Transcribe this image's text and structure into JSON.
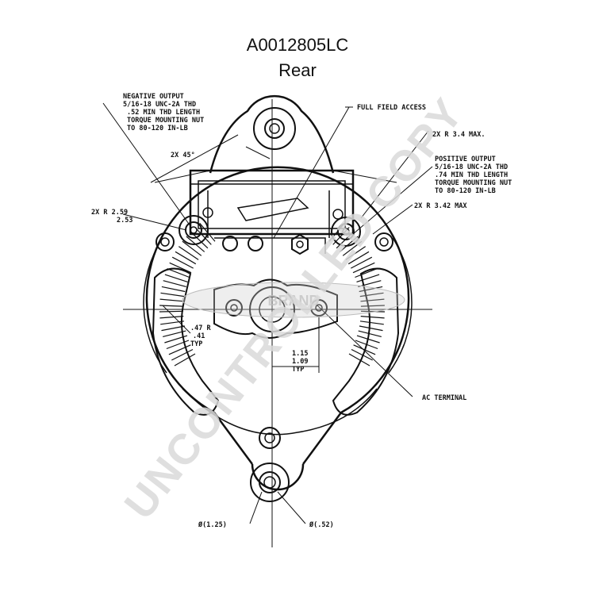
{
  "title": {
    "part_number": "A0012805LC",
    "view": "Rear"
  },
  "callouts": {
    "negative_output": [
      "NEGATIVE OUTPUT",
      "5/16-18 UNC-2A THD",
      ".52 MIN THD LENGTH",
      "TORQUE MOUNTING NUT",
      "TO 80-120 IN-LB"
    ],
    "full_field_access": "FULL FIELD ACCESS",
    "radius_top_right": "2X R 3.4 MAX.",
    "positive_output": [
      "POSITIVE OUTPUT",
      "5/16-18 UNC-2A THD",
      ".74 MIN THD LENGTH",
      "TORQUE MOUNTING NUT",
      "TO 80-120 IN-LB"
    ],
    "angle": "2X 45°",
    "radius_left": [
      "2X R 2.59",
      "2.53"
    ],
    "radius_right": "2X R 3.42 MAX",
    "slot_radius": [
      ".47 R",
      ".41",
      "TYP"
    ],
    "slot_spacing": [
      "1.15",
      "1.09",
      "TYP"
    ],
    "ac_terminal": "AC TERMINAL",
    "dia_large": "Ø(1.25)",
    "dia_small": "Ø(.52)"
  },
  "watermark": {
    "text": "UNCONTROLLED COPY",
    "logo_text": "BRAND"
  }
}
